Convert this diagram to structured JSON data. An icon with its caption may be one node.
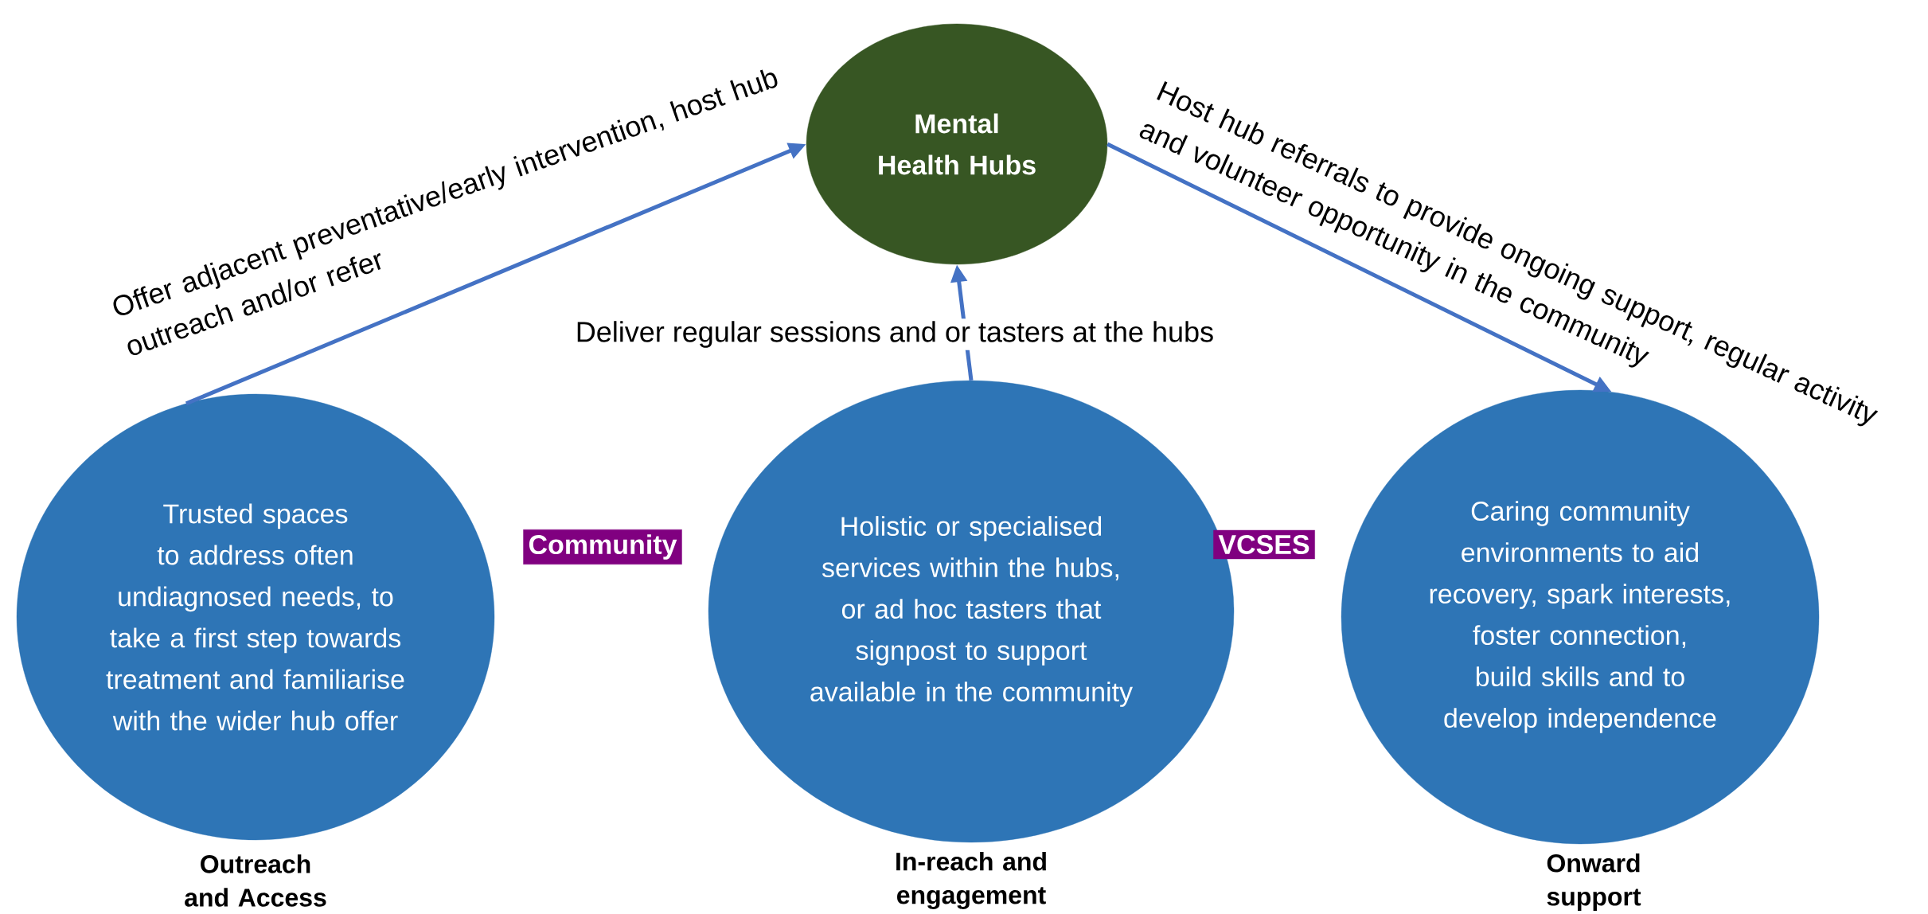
{
  "diagram": {
    "nodes": [
      {
        "text": [
          "Mental Health Hubs"
        ]
      },
      {
        "text": [
          "Trusted spaces to address often undiagnosed needs, to take a first step towards treatment and familiarise with the wider hub offer"
        ],
        "beside": [
          "Outreach and Access"
        ]
      },
      {
        "text": [
          "Community"
        ]
      },
      {
        "text": [
          "Holistic or specialised services within the hubs, or ad hoc tasters that signpost to support available in the community"
        ],
        "beside": [
          "In-reach and engagement"
        ]
      },
      {
        "text": [
          "VCSES"
        ]
      },
      {
        "text": [
          "Caring community environments to aid recovery, spark interests, foster connection, build skills and to develop independence"
        ],
        "beside": [
          "Onward support"
        ]
      }
    ],
    "edges": [
      {
        "from": 1,
        "to": 0,
        "arrow": "to",
        "label": "Offer adjacent preventative/early intervention, host hub outreach and/or refer"
      },
      {
        "from": 3,
        "to": 0,
        "arrow": "to",
        "label": "Deliver regular sessions and or tasters at the hubs"
      },
      {
        "from": 0,
        "to": 5,
        "arrow": "to",
        "label": "Host hub referrals to provide ongoing support, regular activity and volunteer opportunity in the community"
      }
    ]
  }
}
